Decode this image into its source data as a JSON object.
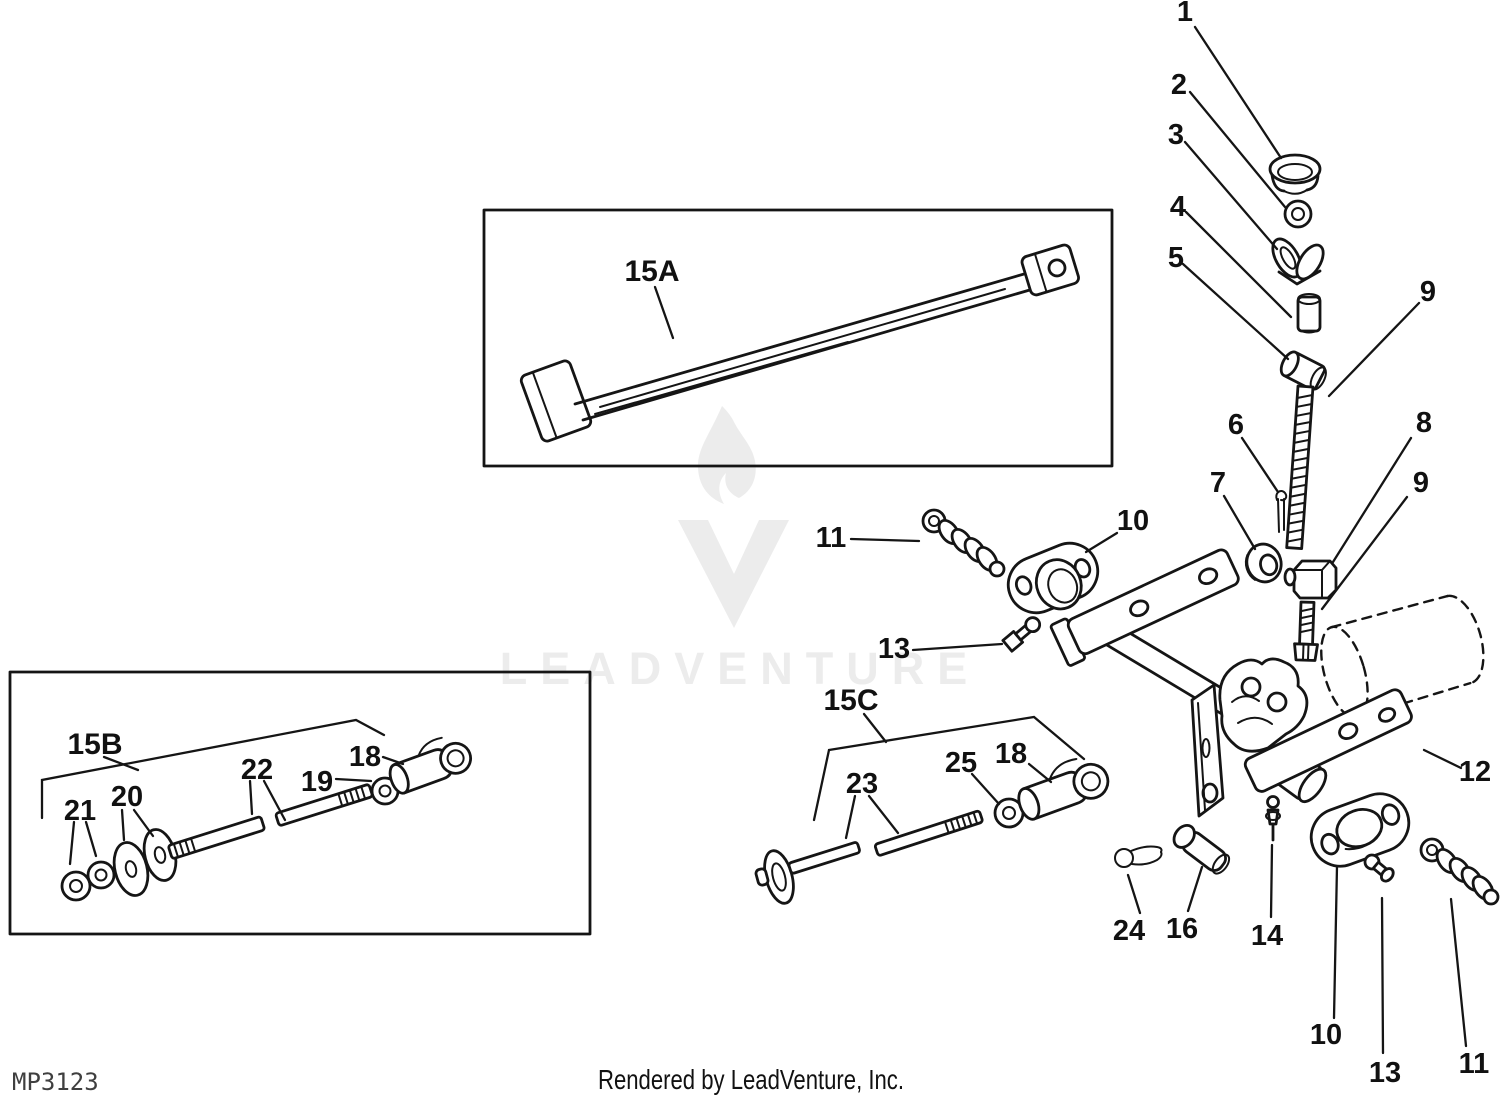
{
  "page": {
    "background_color": "#ffffff",
    "ink_color": "#151515",
    "watermark_color": "#ececec"
  },
  "watermark": {
    "logo_icon": "leadventure-flame-v-logo",
    "text": "LEADVENTURE"
  },
  "footer": {
    "doc_code": "MP3123",
    "rendered_by": "Rendered by LeadVenture, Inc."
  },
  "diagram": {
    "type": "exploded-parts-diagram",
    "labels": {
      "n1": "1",
      "n2": "2",
      "n3": "3",
      "n4": "4",
      "n5": "5",
      "n6": "6",
      "n7": "7",
      "n8": "8",
      "n9_top": "9",
      "n9_mid": "9",
      "n10_top": "10",
      "n10_bottom": "10",
      "n11_top": "11",
      "n11_bottom": "11",
      "n12": "12",
      "n13_top": "13",
      "n13_bottom": "13",
      "n14": "14",
      "n16": "16",
      "n18_15b": "18",
      "n18_15c": "18",
      "n19": "19",
      "n20": "20",
      "n21": "21",
      "n22": "22",
      "n23": "23",
      "n24": "24",
      "n25": "25",
      "g15a": "15A",
      "g15b": "15B",
      "g15c": "15C"
    }
  }
}
